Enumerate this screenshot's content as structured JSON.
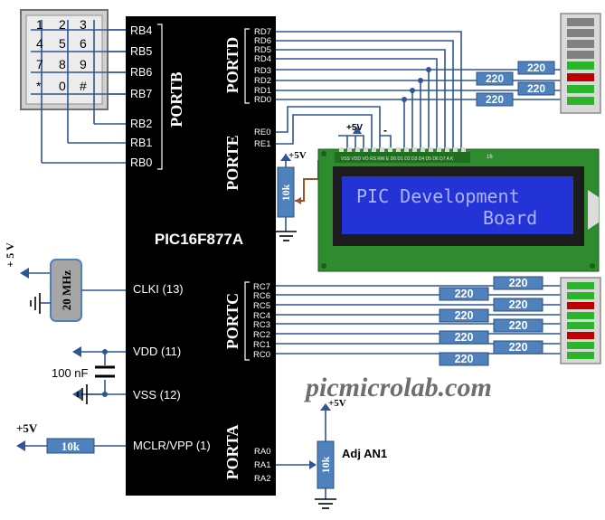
{
  "chip": {
    "name": "PIC16F877A",
    "pins_portb": [
      "RB4",
      "RB5",
      "RB6",
      "RB7",
      "RB2",
      "RB1",
      "RB0"
    ],
    "pins_portd": [
      "RD7",
      "RD6",
      "RD5",
      "RD4",
      "RD3",
      "RD2",
      "RD1",
      "RD0"
    ],
    "pins_porte": [
      "RE0",
      "RE1"
    ],
    "pins_portc": [
      "RC7",
      "RC6",
      "RC5",
      "RC4",
      "RC3",
      "RC2",
      "RC1",
      "RC0"
    ],
    "pins_porta": [
      "RA0",
      "RA1",
      "RA2"
    ],
    "pins_left": [
      "CLKI (13)",
      "VDD (11)",
      "VSS  (12)",
      "MCLR/VPP (1)"
    ],
    "port_labels": {
      "portb": "PORTB",
      "portd": "PORTD",
      "porte": "PORTE",
      "portc": "PORTC",
      "porta": "PORTA"
    }
  },
  "keypad": {
    "keys": [
      "1",
      "2",
      "3",
      "4",
      "5",
      "6",
      "7",
      "8",
      "9",
      "*",
      "0",
      "#"
    ]
  },
  "lcd": {
    "line1": "PIC Development",
    "line2": "Board",
    "header_pins": "VSS VDD VO RS RW E D0 D1 D2 D3 D4 D5 D6 D7 A K",
    "pin_16": "16",
    "supply": "+5V",
    "ground_mark": "-"
  },
  "components": {
    "crystal": "20 MHz",
    "cap": "100 nF",
    "mclr_res": "10k",
    "pot_lcd": "10k",
    "pot_an1": "10k",
    "adj_label": "Adj AN1",
    "led_res": "220"
  },
  "supplies": {
    "plus5": "+5V",
    "plus5_spaced": "+ 5 V"
  },
  "watermark": "picmicrolab.com",
  "colors": {
    "wire": "#2f5597",
    "chip": "#000000",
    "res_fill": "#4f81bd",
    "lcd_board": "#2e8b2e",
    "lcd_screen": "#2433d6",
    "led_green": "#2bb52b",
    "led_red": "#c00000",
    "led_grey": "#808080"
  }
}
